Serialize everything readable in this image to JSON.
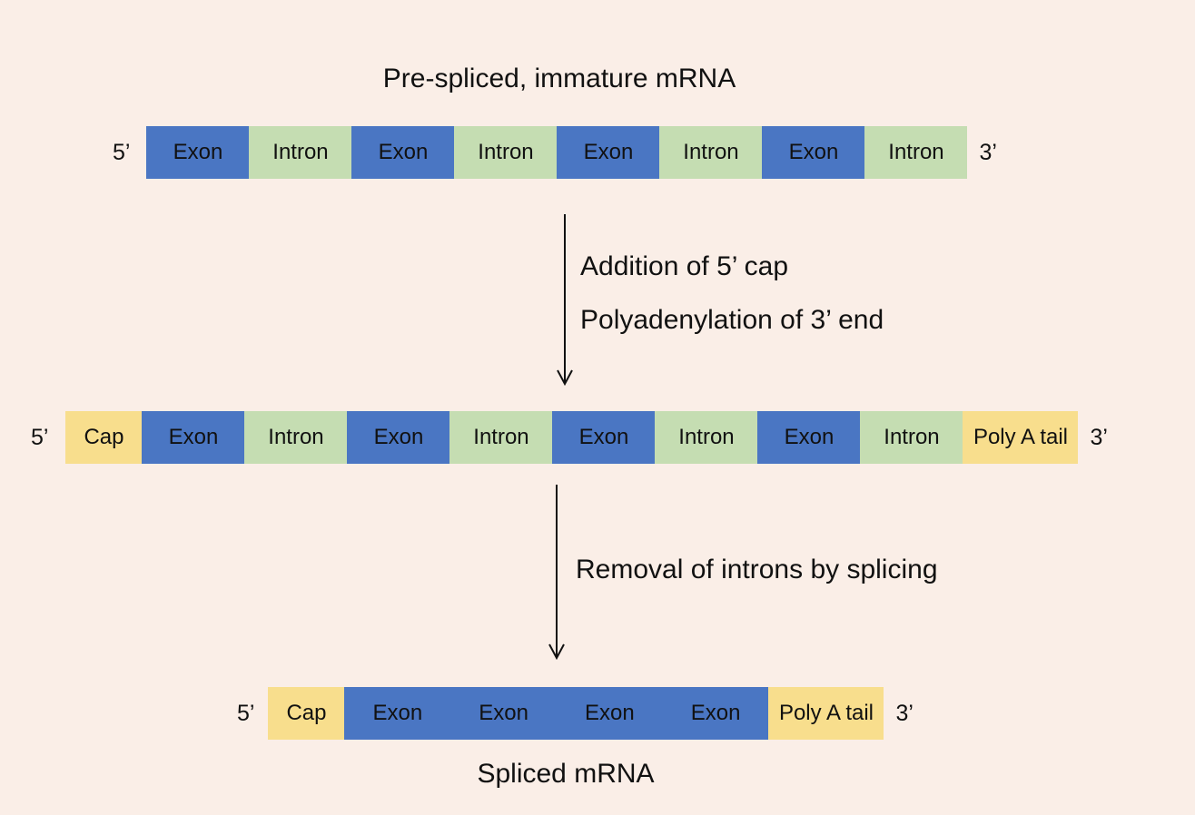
{
  "colors": {
    "background": "#FAEEE7",
    "exon": "#4A76C3",
    "intron": "#C5DDB2",
    "cap_poly_a": "#F8DE8D",
    "text": "#111111"
  },
  "titles": {
    "top": "Pre-spliced, immature mRNA",
    "bottom": "Spliced mRNA"
  },
  "steps": {
    "cap_poly": [
      "Addition of 5’ cap",
      "Polyadenylation of 3’ end"
    ],
    "splicing": [
      "Removal of introns by splicing"
    ]
  },
  "strands": [
    {
      "five_prime": "5’",
      "three_prime": "3’",
      "segments": [
        {
          "type": "exon",
          "label": "Exon"
        },
        {
          "type": "intron",
          "label": "Intron"
        },
        {
          "type": "exon",
          "label": "Exon"
        },
        {
          "type": "intron",
          "label": "Intron"
        },
        {
          "type": "exon",
          "label": "Exon"
        },
        {
          "type": "intron",
          "label": "Intron"
        },
        {
          "type": "exon",
          "label": "Exon"
        },
        {
          "type": "intron",
          "label": "Intron"
        }
      ]
    },
    {
      "five_prime": "5’",
      "three_prime": "3’",
      "segments": [
        {
          "type": "cap",
          "label": "Cap"
        },
        {
          "type": "exon",
          "label": "Exon"
        },
        {
          "type": "intron",
          "label": "Intron"
        },
        {
          "type": "exon",
          "label": "Exon"
        },
        {
          "type": "intron",
          "label": "Intron"
        },
        {
          "type": "exon",
          "label": "Exon"
        },
        {
          "type": "intron",
          "label": "Intron"
        },
        {
          "type": "exon",
          "label": "Exon"
        },
        {
          "type": "intron",
          "label": "Intron"
        },
        {
          "type": "polya",
          "label": "Poly A tail"
        }
      ]
    },
    {
      "five_prime": "5’",
      "three_prime": "3’",
      "segments": [
        {
          "type": "cap",
          "label": "Cap"
        },
        {
          "type": "exon-block",
          "labels": [
            "Exon",
            "Exon",
            "Exon",
            "Exon"
          ]
        },
        {
          "type": "polya",
          "label": "Poly A tail"
        }
      ]
    }
  ]
}
